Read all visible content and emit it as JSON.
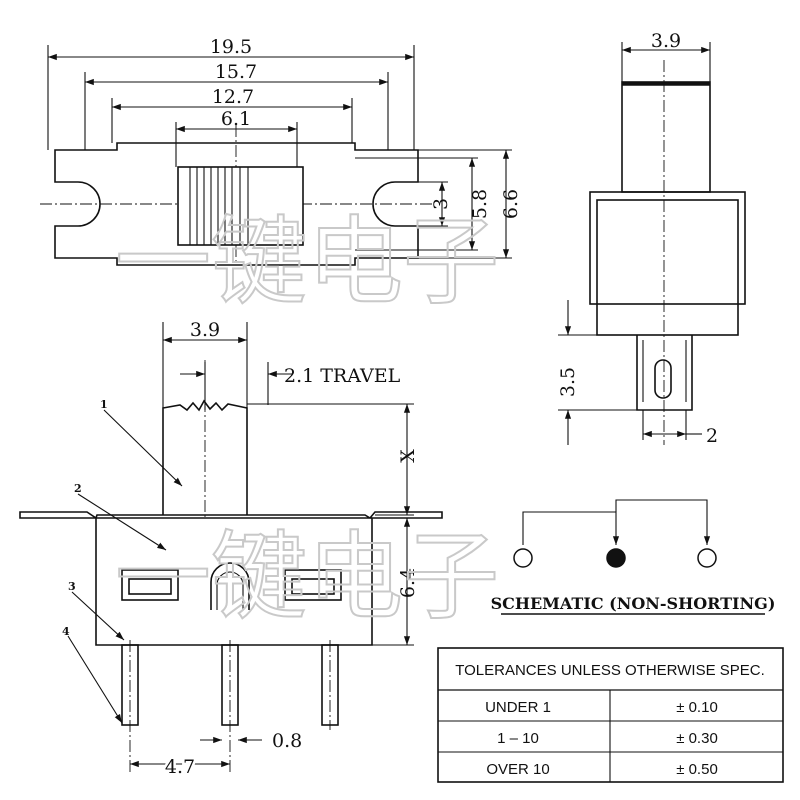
{
  "top_view": {
    "dim_overall": "19.5",
    "dim_mount": "15.7",
    "dim_body": "12.7",
    "dim_actuator": "6.1",
    "dim_slot": "3",
    "dim_inner_height": "5.8",
    "dim_outer_height": "6.6"
  },
  "side_view": {
    "dim_width": "3.9",
    "dim_pin_offset": "3.5",
    "dim_pin_width": "2"
  },
  "front_view": {
    "dim_actuator_width": "3.9",
    "dim_travel": "2.1 TRAVEL",
    "dim_x": "X",
    "dim_body_height": "6.4",
    "dim_pitch": "4.7",
    "dim_pin": "0.8",
    "callouts": [
      "1",
      "2",
      "3",
      "4"
    ]
  },
  "schematic": {
    "title": "SCHEMATIC (NON-SHORTING)"
  },
  "tolerance_table": {
    "header": "TOLERANCES UNLESS OTHERWISE SPEC.",
    "rows": [
      {
        "range": "UNDER   1",
        "tolerance": "± 0.10"
      },
      {
        "range": "1 – 10",
        "tolerance": "± 0.30"
      },
      {
        "range": "OVER   10",
        "tolerance": "± 0.50"
      }
    ]
  },
  "watermark": "一键电子"
}
